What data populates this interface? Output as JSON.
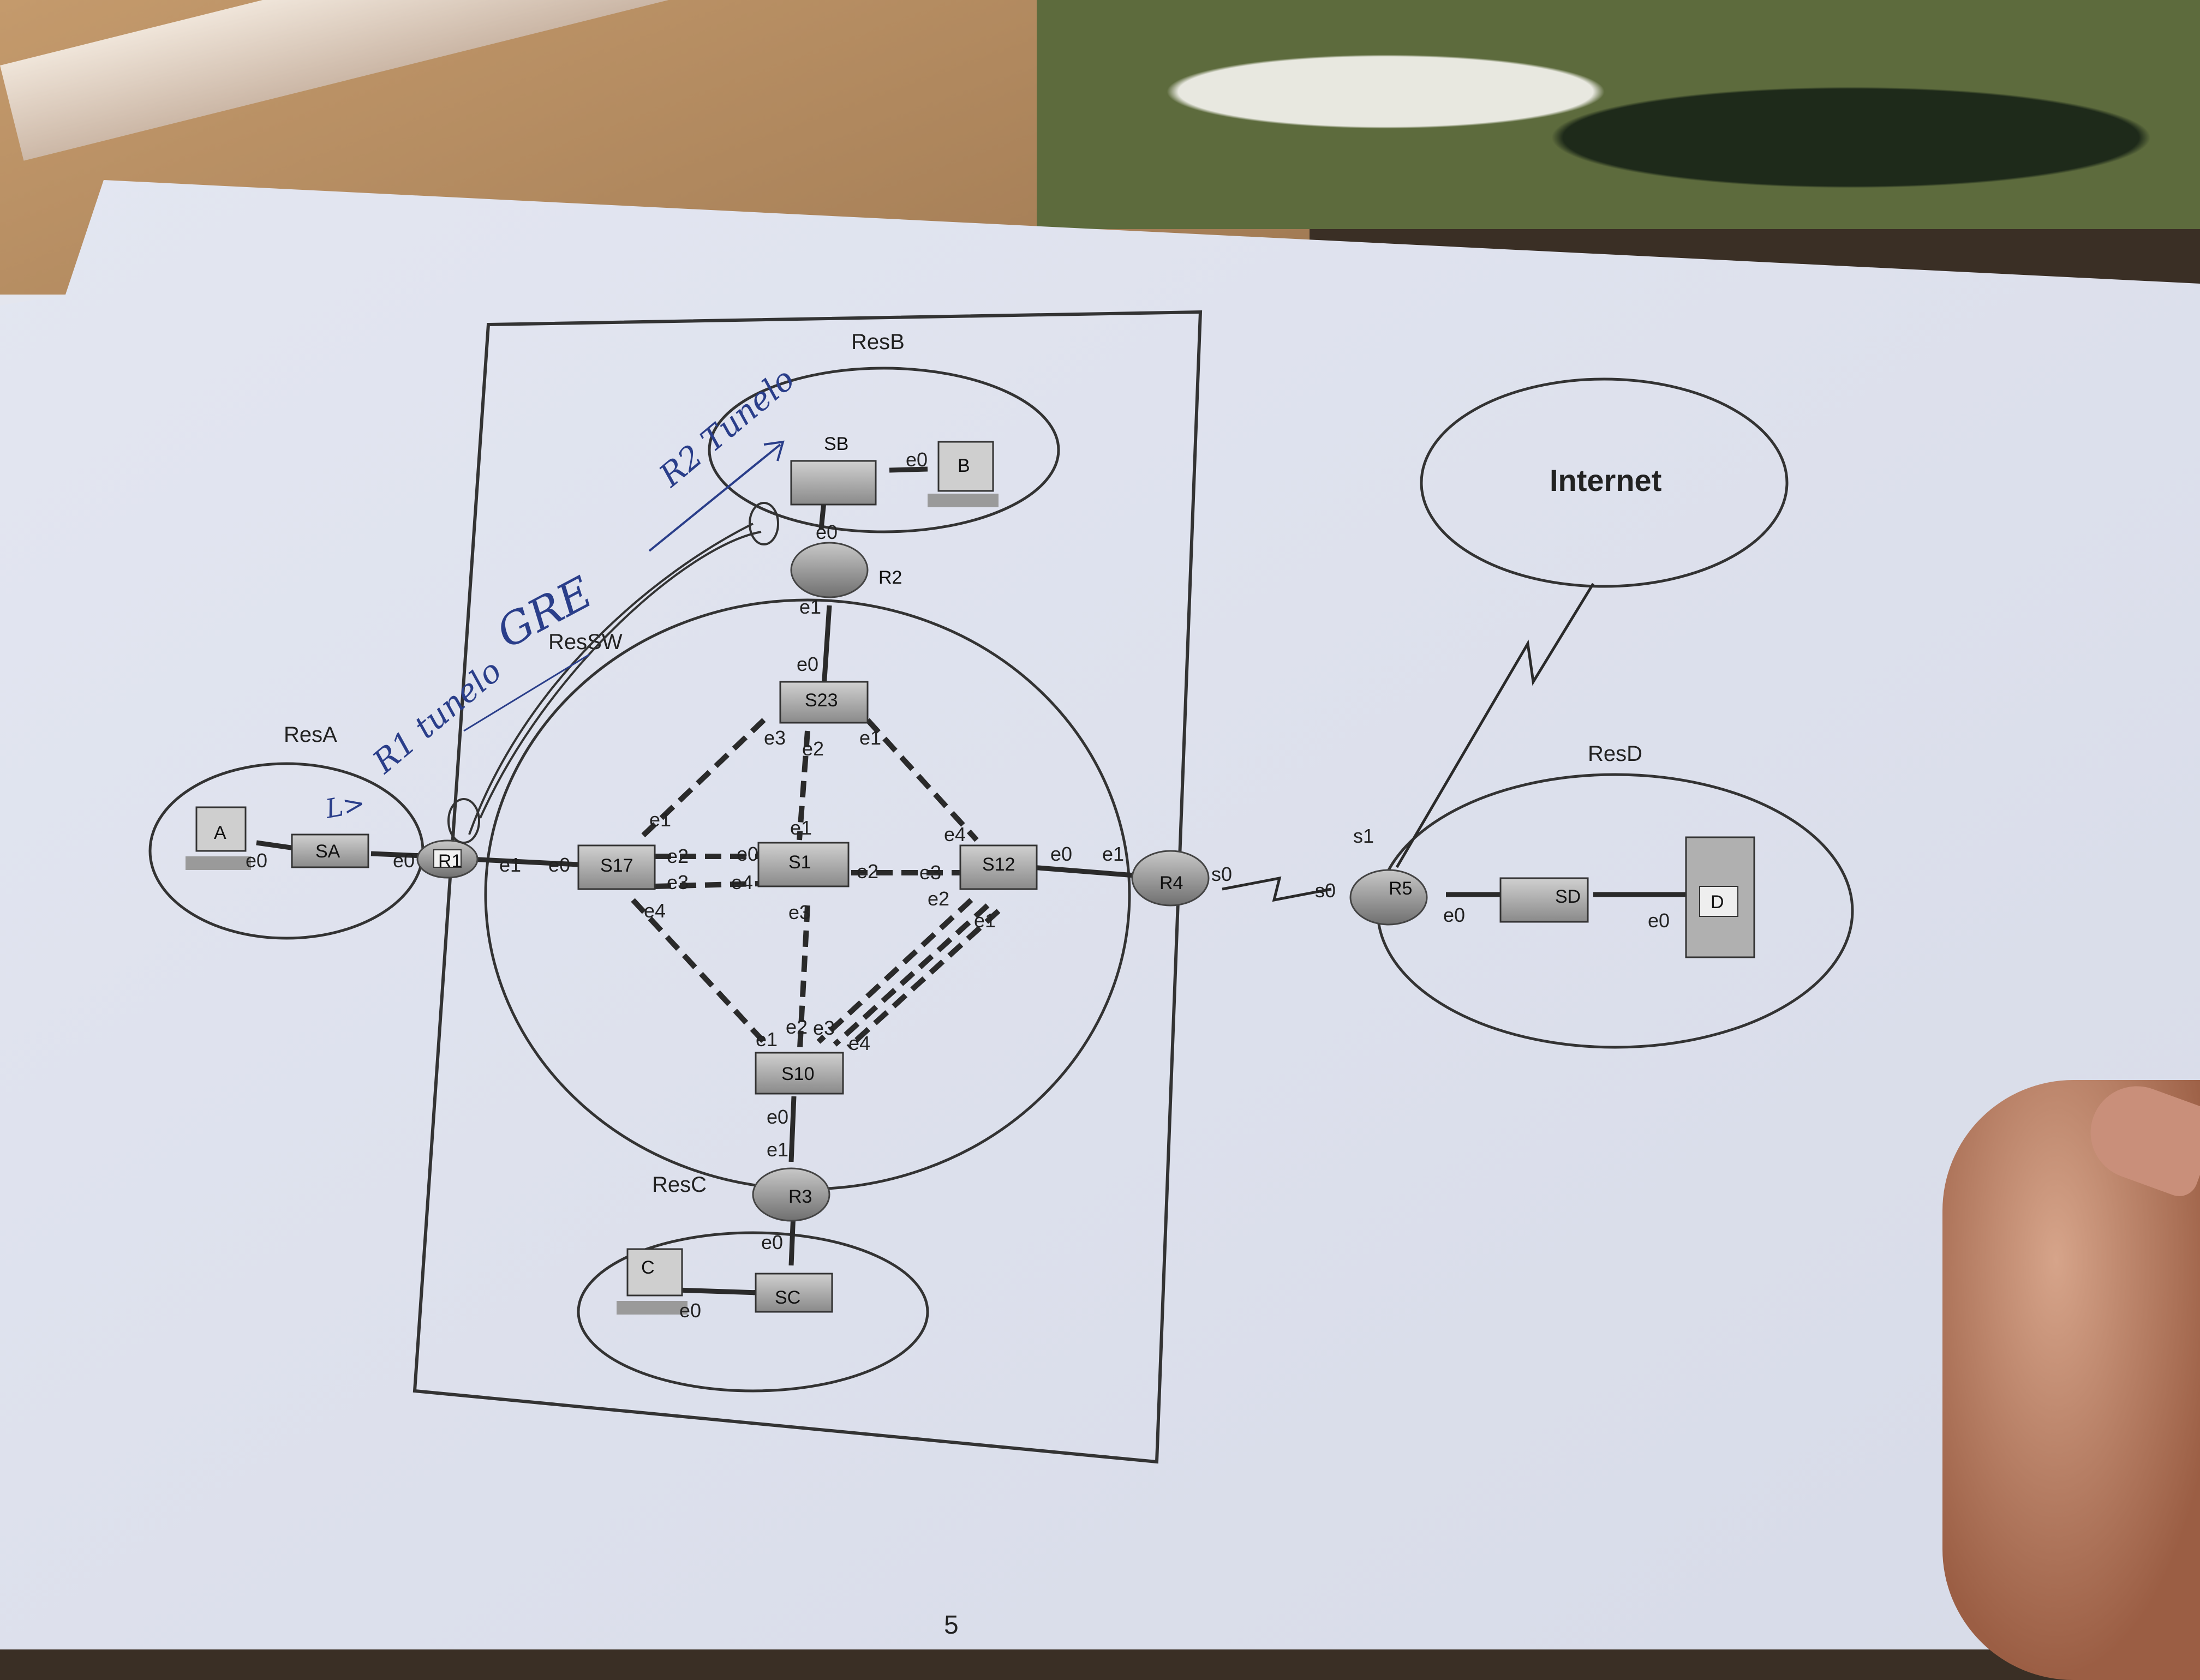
{
  "networks": {
    "resB": "ResB",
    "resSW": "ResSW",
    "resA": "ResA",
    "resC": "ResC",
    "resD": "ResD",
    "internet": "Internet"
  },
  "devices": {
    "A": "A",
    "SA": "SA",
    "R1": "R1",
    "S17": "S17",
    "S1": "S1",
    "S12": "S12",
    "S23": "S23",
    "S10": "S10",
    "R2": "R2",
    "R3": "R3",
    "R4": "R4",
    "R5": "R5",
    "SB": "SB",
    "B": "B",
    "SC": "SC",
    "C": "C",
    "SD": "SD",
    "D": "D"
  },
  "interfaces": {
    "a_e0": "e0",
    "r1_e0": "e0",
    "r1_e1": "e1",
    "s17_e0": "e0",
    "s17_e1": "e1",
    "s17_e2": "e2",
    "s17_e3": "e3",
    "s17_e4": "e4",
    "s1_e0": "e0",
    "s1_e1": "e1",
    "s1_e2": "e2",
    "s1_e3": "e3",
    "s1_e4": "e4",
    "s12_e0": "e0",
    "s12_e1": "e1",
    "s12_e2": "e2",
    "s12_e3": "e3",
    "s12_e4": "e4",
    "s23_e0": "e0",
    "s23_e1": "e1",
    "s23_e2": "e2",
    "s23_e3": "e3",
    "s10_e0": "e0",
    "s10_e1": "e1",
    "s10_e2": "e2",
    "s10_e3": "e3",
    "s10_e4": "e4",
    "r2_e0": "e0",
    "r2_e1": "e1",
    "b_e0": "e0",
    "r3_e0": "e0",
    "r3_e1": "e1",
    "c_e0": "e0",
    "r4_e1": "e1",
    "r4_s0": "s0",
    "r5_s0": "s0",
    "r5_s1": "s1",
    "r5_e0": "e0",
    "d_e0": "e0"
  },
  "annotations": {
    "gre": "GRE",
    "r1_tunnel": "R1 tunelo",
    "r2_tunnel": "R2 Tunelo",
    "arrow_mark": "L>"
  },
  "page_number": "5",
  "colors": {
    "paper": "#dfe3ef",
    "ink": "#2a3e8a",
    "line": "#333333"
  }
}
